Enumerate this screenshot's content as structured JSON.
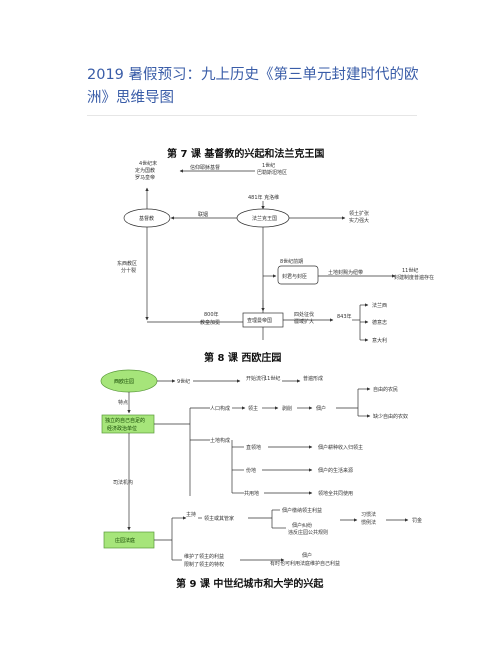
{
  "header": {
    "title": "2019 暑假预习：九上历史《第三单元封建时代的欧洲》思维导图"
  },
  "lesson7": {
    "title": "第 7 课 基督教的兴起和法兰克王国",
    "nodes": {
      "christianity": "基督教",
      "frank": "法兰克王国",
      "origin1": "4世纪末",
      "origin2": "定为国教",
      "origin3": "罗马皇帝",
      "believe": "信仰耶稣基督",
      "c1_1": "1世纪",
      "c1_2": "巴勒斯坦地区",
      "y481": "481年 克洛维",
      "support": "联姻",
      "expand1": "领土扩张",
      "expand2": "实力强大",
      "split1": "东西教区",
      "split2": "分十裂",
      "feudal_top": "8世纪前期",
      "feudal": "封君与封臣",
      "land": "土地封赐为纽带",
      "c11_1": "11世纪",
      "c11_2": "封建制度普遍存在",
      "y800": "800年",
      "crown": "教皇加冕",
      "charlemagne": "查理曼帝国",
      "conquer1": "四处征伐",
      "conquer2": "疆域扩大",
      "y843": "843年",
      "france": "法兰西",
      "germany": "德意志",
      "italy": "意大利"
    }
  },
  "lesson8": {
    "title": "第 8 课 西欧庄园",
    "nodes": {
      "manor": "西欧庄园",
      "c9": "9世纪",
      "rise": "开始流行",
      "c11": "11世纪",
      "common": "普遍形成",
      "feature": "特点",
      "unit1": "独立的自己自足的",
      "unit2": "经济政治单位",
      "pop": "人口构成",
      "lord": "领主",
      "exploit": "剥削",
      "serf": "佃户",
      "free": "自由的农民",
      "unfree": "缺少自由的农奴",
      "landcomp": "土地构成",
      "demesne": "直领地",
      "demesne_d": "佃户耕种收入归领主",
      "tenant": "份地",
      "tenant_d": "佃户的生活来源",
      "common_land": "共用地",
      "common_d": "领地全共同使用",
      "judiciary": "司法机构",
      "court": "庄园法庭",
      "host": "主持",
      "steward": "领主或其管家",
      "judge1": "佃户缴纳领主利益",
      "judge2": "佃户纠纷",
      "judge3": "违反庄园公共规则",
      "custom1": "习惯法",
      "custom2": "惯例法",
      "fine": "罚金",
      "protect1": "维护了领主的利益",
      "protect2": "限制了领主的特权",
      "serf2": "佃户",
      "protect3": "有时也可利用法庭维护自己利益"
    }
  },
  "lesson9": {
    "title": "第 9 课 中世纪城市和大学的兴起"
  }
}
